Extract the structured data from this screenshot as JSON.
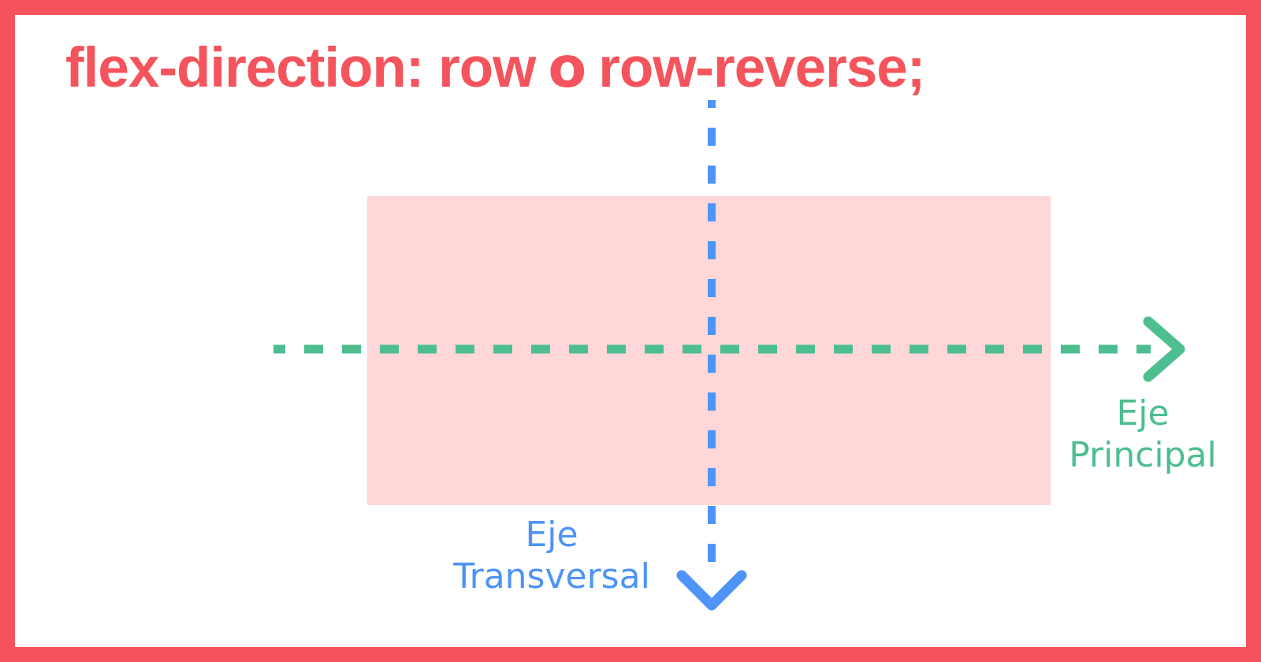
{
  "title": {
    "part1": "flex-direction: row",
    "conjunction": "o",
    "part2": "row-reverse;"
  },
  "diagram": {
    "container": "flex-container",
    "labels": {
      "main_axis": {
        "line1": "Eje",
        "line2": "Principal"
      },
      "cross_axis": {
        "line1": "Eje",
        "line2": "Transversal"
      }
    },
    "icons": {
      "main_axis_arrow": "arrow-right-icon",
      "cross_axis_arrow": "arrow-down-icon"
    }
  },
  "colors": {
    "accent_red": "#F5545C",
    "pink_fill": "#FFD7D8",
    "green": "#4DBE8F",
    "blue": "#4E94F7",
    "background": "#FFFFFF"
  }
}
